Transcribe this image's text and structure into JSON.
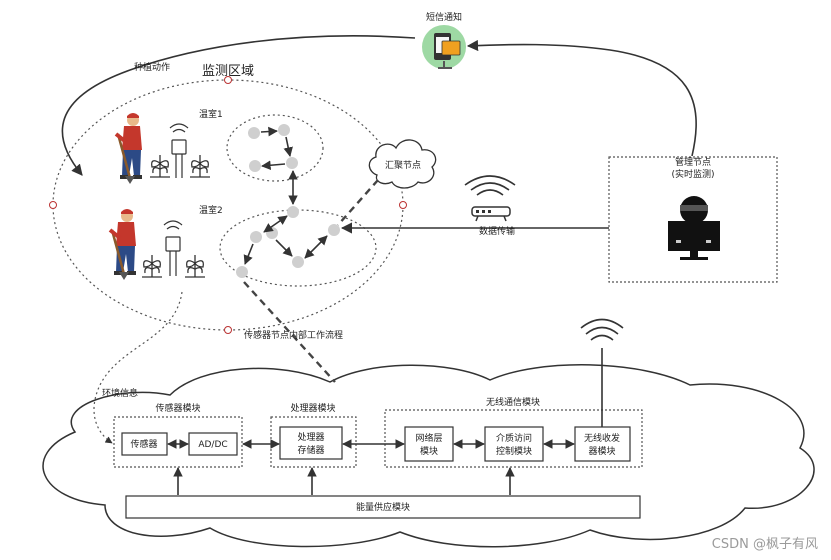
{
  "labels": {
    "sms_notify": "短信通知",
    "planting_action": "种植动作",
    "monitor_area": "监测区域",
    "greenhouse1": "温室1",
    "greenhouse2": "温室2",
    "sink_node": "汇聚节点",
    "data_transfer": "数据传输",
    "mgmt_node": "管理节点",
    "realtime_monitor": "(实时监测)",
    "sensor_node_flow": "传感器节点内部工作流程",
    "env_info": "环境信息",
    "sensor_module": "传感器模块",
    "processor_module": "处理器模块",
    "wireless_module": "无线通信模块",
    "sensor": "传感器",
    "addc": "AD/DC",
    "processor_line1": "处理器",
    "processor_line2": "存储器",
    "network_line1": "网络层",
    "network_line2": "模块",
    "mac_line1": "介质访问",
    "mac_line2": "控制模块",
    "transceiver_line1": "无线收发",
    "transceiver_line2": "器模块",
    "power_module": "能量供应模块"
  },
  "watermark": "CSDN @枫子有风",
  "icons": {
    "farmer": "farmer-with-shovel-icon",
    "plant": "plant-seedling-icon",
    "sensor_device": "sensor-device-icon",
    "wifi": "wifi-signal-icon",
    "router": "router-icon",
    "cloud": "cloud-icon",
    "computer": "computer-operator-icon",
    "phone": "phone-sms-icon"
  },
  "colors": {
    "line": "#333333",
    "node": "#cfcfcf",
    "farmer_shirt": "#c4372c",
    "farmer_pants": "#2c4a86",
    "phone_bg": "#9ed9a4"
  }
}
